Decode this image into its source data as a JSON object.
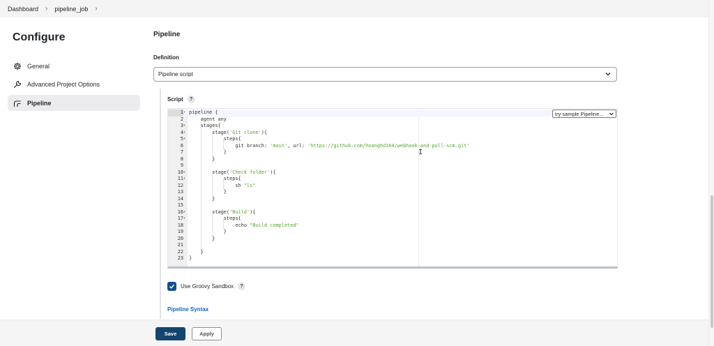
{
  "breadcrumb": {
    "items": [
      "Dashboard",
      "pipeline_job"
    ],
    "separator": "›"
  },
  "sidebar": {
    "title": "Configure",
    "items": [
      {
        "label": "General",
        "icon": "gear-icon",
        "active": false
      },
      {
        "label": "Advanced Project Options",
        "icon": "wrench-icon",
        "active": false
      },
      {
        "label": "Pipeline",
        "icon": "pipeline-icon",
        "active": true
      }
    ]
  },
  "main": {
    "section_title": "Pipeline",
    "definition_label": "Definition",
    "definition_value": "Pipeline script",
    "script_label": "Script",
    "help_glyph": "?",
    "sample_select_value": "try sample Pipeline...",
    "code_lines": [
      {
        "n": "1",
        "fold": true,
        "text": "pipeline {"
      },
      {
        "n": "2",
        "fold": false,
        "text": "    agent any"
      },
      {
        "n": "3",
        "fold": true,
        "text": "    stages{"
      },
      {
        "n": "4",
        "fold": true,
        "text": "        stage('Git clone'){"
      },
      {
        "n": "5",
        "fold": true,
        "text": "            steps{"
      },
      {
        "n": "6",
        "fold": false,
        "text": "                git branch: 'main', url: 'https://github.com/hoanghd164/webhook-and-poll-scm.git'"
      },
      {
        "n": "7",
        "fold": false,
        "text": "            }"
      },
      {
        "n": "8",
        "fold": false,
        "text": "        }"
      },
      {
        "n": "9",
        "fold": false,
        "text": ""
      },
      {
        "n": "10",
        "fold": true,
        "text": "        stage('Check folder'){"
      },
      {
        "n": "11",
        "fold": true,
        "text": "            steps{"
      },
      {
        "n": "12",
        "fold": false,
        "text": "                sh \"ls\""
      },
      {
        "n": "13",
        "fold": false,
        "text": "            }"
      },
      {
        "n": "14",
        "fold": false,
        "text": "        }"
      },
      {
        "n": "15",
        "fold": false,
        "text": ""
      },
      {
        "n": "16",
        "fold": true,
        "text": "        stage('Build'){"
      },
      {
        "n": "17",
        "fold": true,
        "text": "            steps{"
      },
      {
        "n": "18",
        "fold": false,
        "text": "                echo \"Build completed\""
      },
      {
        "n": "19",
        "fold": false,
        "text": "            }"
      },
      {
        "n": "20",
        "fold": false,
        "text": "        }"
      },
      {
        "n": "21",
        "fold": false,
        "text": ""
      },
      {
        "n": "22",
        "fold": false,
        "text": "    }"
      },
      {
        "n": "23",
        "fold": false,
        "text": "}"
      }
    ],
    "sandbox_label": "Use Groovy Sandbox",
    "sandbox_checked": true,
    "syntax_link": "Pipeline Syntax"
  },
  "footer": {
    "save_label": "Save",
    "apply_label": "Apply"
  },
  "colors": {
    "accent": "#13456e",
    "link": "#1462c4",
    "string": "#55a532",
    "checkbox": "#13508a"
  }
}
